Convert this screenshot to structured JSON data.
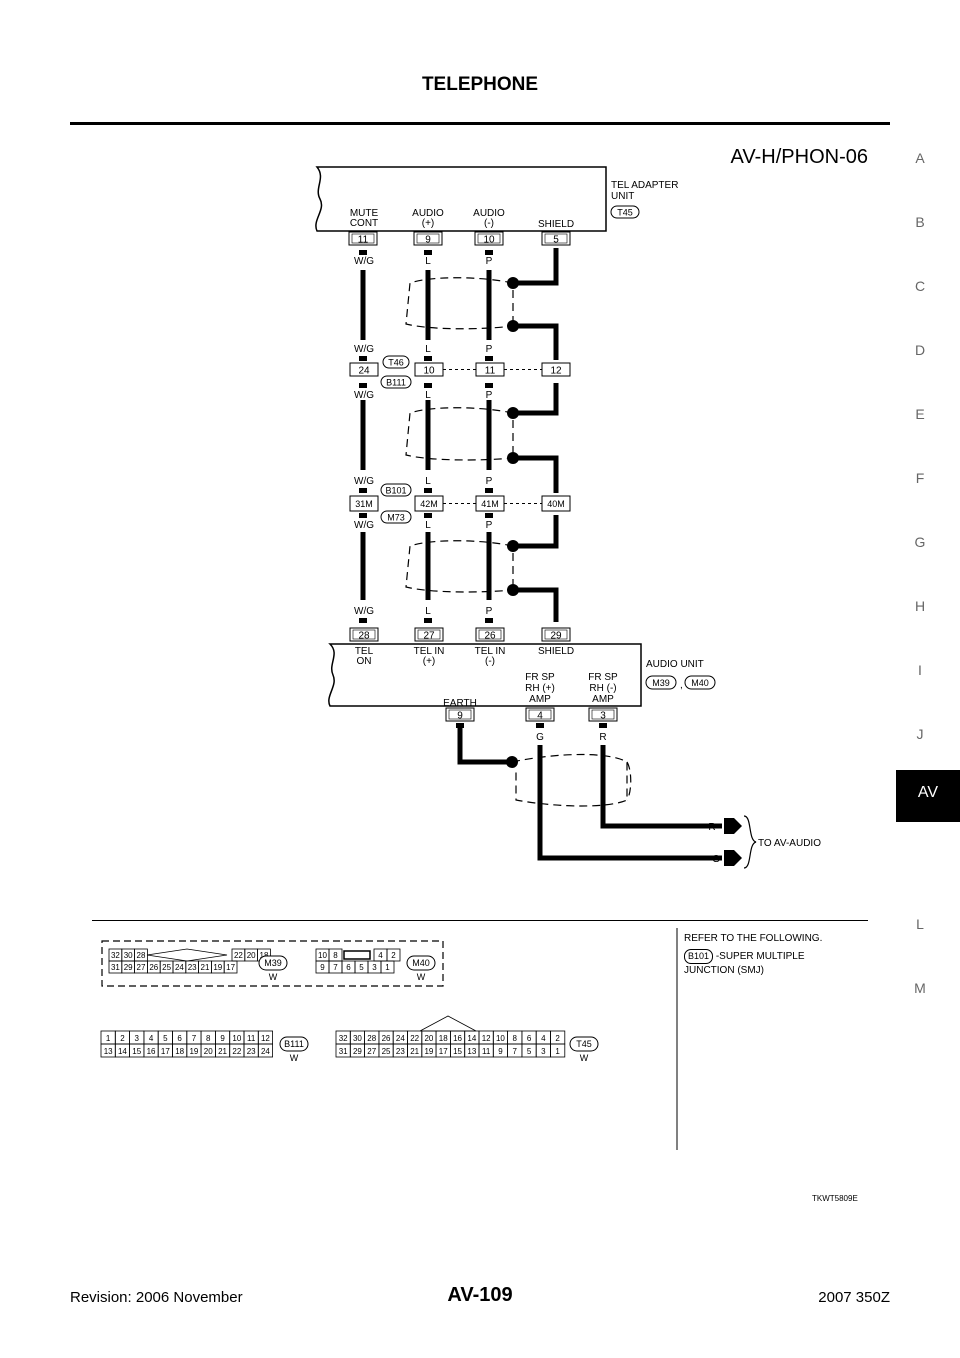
{
  "header": {
    "title": "TELEPHONE"
  },
  "side_index": [
    "A",
    "B",
    "C",
    "D",
    "E",
    "F",
    "G",
    "H",
    "I",
    "J",
    "AV",
    "L",
    "M"
  ],
  "active_section": "AV",
  "diagram": {
    "code": "AV-H/PHON-06",
    "tel_adapter": {
      "name_line1": "TEL ADAPTER",
      "name_line2": "UNIT",
      "connector": "T45",
      "pins": [
        {
          "l1": "MUTE",
          "l2": "CONT",
          "pin": "11",
          "wire": "W/G"
        },
        {
          "l1": "AUDIO",
          "l2": "(+)",
          "pin": "9",
          "wire": "L"
        },
        {
          "l1": "AUDIO",
          "l2": "(-)",
          "pin": "10",
          "wire": "P"
        },
        {
          "l1": "SHIELD",
          "l2": "",
          "pin": "5",
          "wire": ""
        }
      ]
    },
    "joint1": {
      "conn_top": "T46",
      "conn_bottom": "B111",
      "pins": [
        "24",
        "10",
        "11",
        "12"
      ],
      "wires_above": [
        "W/G",
        "L",
        "P"
      ],
      "wires_below": [
        "W/G",
        "L",
        "P"
      ]
    },
    "joint2": {
      "conn_top": "B101",
      "conn_bottom": "M73",
      "pins": [
        "31M",
        "42M",
        "41M",
        "40M"
      ],
      "wires_above": [
        "W/G",
        "L",
        "P"
      ],
      "wires_below": [
        "W/G",
        "L",
        "P"
      ]
    },
    "audio_wires_top": [
      "W/G",
      "L",
      "P"
    ],
    "audio_unit": {
      "name": "AUDIO UNIT",
      "connectors": [
        "M39",
        "M40"
      ],
      "sep": ",",
      "top_pins": [
        {
          "pin": "28",
          "l1": "TEL",
          "l2": "ON"
        },
        {
          "pin": "27",
          "l1": "TEL IN",
          "l2": "(+)"
        },
        {
          "pin": "26",
          "l1": "TEL IN",
          "l2": "(-)"
        },
        {
          "pin": "29",
          "l1": "SHIELD",
          "l2": ""
        }
      ],
      "bottom_pins": [
        {
          "pin": "9",
          "l1": "EARTH",
          "l2": "",
          "l3": "",
          "wire": ""
        },
        {
          "pin": "4",
          "l1": "FR SP",
          "l2": "RH (+)",
          "l3": "AMP",
          "wire": "G"
        },
        {
          "pin": "3",
          "l1": "FR SP",
          "l2": "RH (-)",
          "l3": "AMP",
          "wire": "R"
        }
      ]
    },
    "to_audio": {
      "label": "TO AV-AUDIO",
      "wires": [
        "R",
        "G"
      ]
    },
    "figure_id": "TKWT5809E"
  },
  "connectors": {
    "m39": {
      "name": "M39",
      "color": "W",
      "top": [
        "32",
        "30",
        "28",
        "22",
        "20",
        "18"
      ],
      "bottom": [
        "31",
        "29",
        "27",
        "26",
        "25",
        "24",
        "23",
        "21",
        "19",
        "17"
      ]
    },
    "m40": {
      "name": "M40",
      "color": "W",
      "top": [
        "10",
        "8",
        "4",
        "2"
      ],
      "bottom": [
        "9",
        "7",
        "6",
        "5",
        "3",
        "1"
      ]
    },
    "b111": {
      "name": "B111",
      "color": "W",
      "top": [
        "1",
        "2",
        "3",
        "4",
        "5",
        "6",
        "7",
        "8",
        "9",
        "10",
        "11",
        "12"
      ],
      "bottom": [
        "13",
        "14",
        "15",
        "16",
        "17",
        "18",
        "19",
        "20",
        "21",
        "22",
        "23",
        "24"
      ]
    },
    "t45": {
      "name": "T45",
      "color": "W",
      "top": [
        "32",
        "30",
        "28",
        "26",
        "24",
        "22",
        "20",
        "18",
        "16",
        "14",
        "12",
        "10",
        "8",
        "6",
        "4",
        "2"
      ],
      "bottom": [
        "31",
        "29",
        "27",
        "25",
        "23",
        "21",
        "19",
        "17",
        "15",
        "13",
        "11",
        "9",
        "7",
        "5",
        "3",
        "1"
      ]
    }
  },
  "refer": {
    "line1": "REFER TO THE FOLLOWING.",
    "conn": "B101",
    "line2": "-SUPER MULTIPLE",
    "line3": "JUNCTION (SMJ)"
  },
  "footer": {
    "revision": "Revision: 2006 November",
    "page": "AV-109",
    "model": "2007 350Z"
  }
}
